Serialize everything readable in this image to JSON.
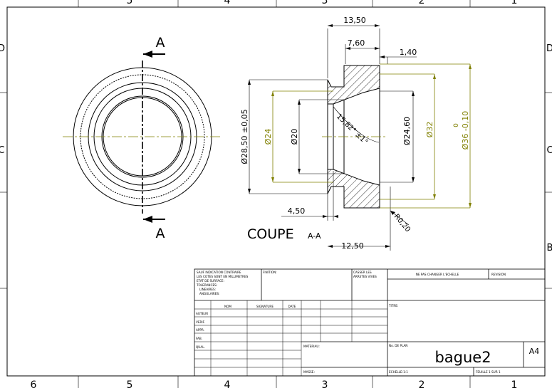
{
  "border": {
    "top_numbers": [
      "5",
      "4",
      "3",
      "2",
      "1"
    ],
    "bottom_numbers": [
      "6",
      "5",
      "4",
      "3",
      "2",
      "1"
    ],
    "left_letters": [
      "D",
      "C"
    ],
    "right_letters": [
      "D",
      "C",
      "B"
    ]
  },
  "section": {
    "marker": "A",
    "title": "COUPE",
    "subtitle": "A-A"
  },
  "dimensions": {
    "total_length": "13,50",
    "flange_length": "7,60",
    "flange_offset": "1,40",
    "inner_step": "4,50",
    "bore_length": "12,50",
    "dia_28_5": "Ø28,50 ±0,05",
    "dia_24": "Ø24",
    "dia_20": "Ø20",
    "dia_24_6": "Ø24,60",
    "dia_32": "Ø32",
    "dia_36": "Ø36 -0,10",
    "dia_36_upper": "0",
    "angle": "15,82° ±1°",
    "radius": "R0,20"
  },
  "title_block": {
    "general_notes": [
      "SAUF INDICATION CONTRAIRE",
      "LES COTES SONT EN MILLIMETRES",
      "ETAT DE SURFACE:",
      "TOLERANCES:",
      "LINEAIRES:",
      "ANGULAIRES:"
    ],
    "finish": "FINITION:",
    "break_edges": [
      "CASSER LES",
      "ARRETES VIVES"
    ],
    "no_scale": "NE PAS CHANGER L'ECHELLE",
    "revision": "REVISION",
    "col_name": "NOM",
    "col_signature": "SIGNATURE",
    "col_date": "DATE",
    "title_label": "TITRE:",
    "rows": [
      "AUTEUR",
      "VERIF.",
      "APPR.",
      "FAB.",
      "QUAL."
    ],
    "material": "MATERIAU:",
    "mass": "MASSE:",
    "drawing_no_label": "No. DE PLAN",
    "drawing_no": "bague2",
    "format": "A4",
    "scale": "ECHELLE:1:1",
    "sheet": "FEUILLE 1 SUR 1"
  }
}
